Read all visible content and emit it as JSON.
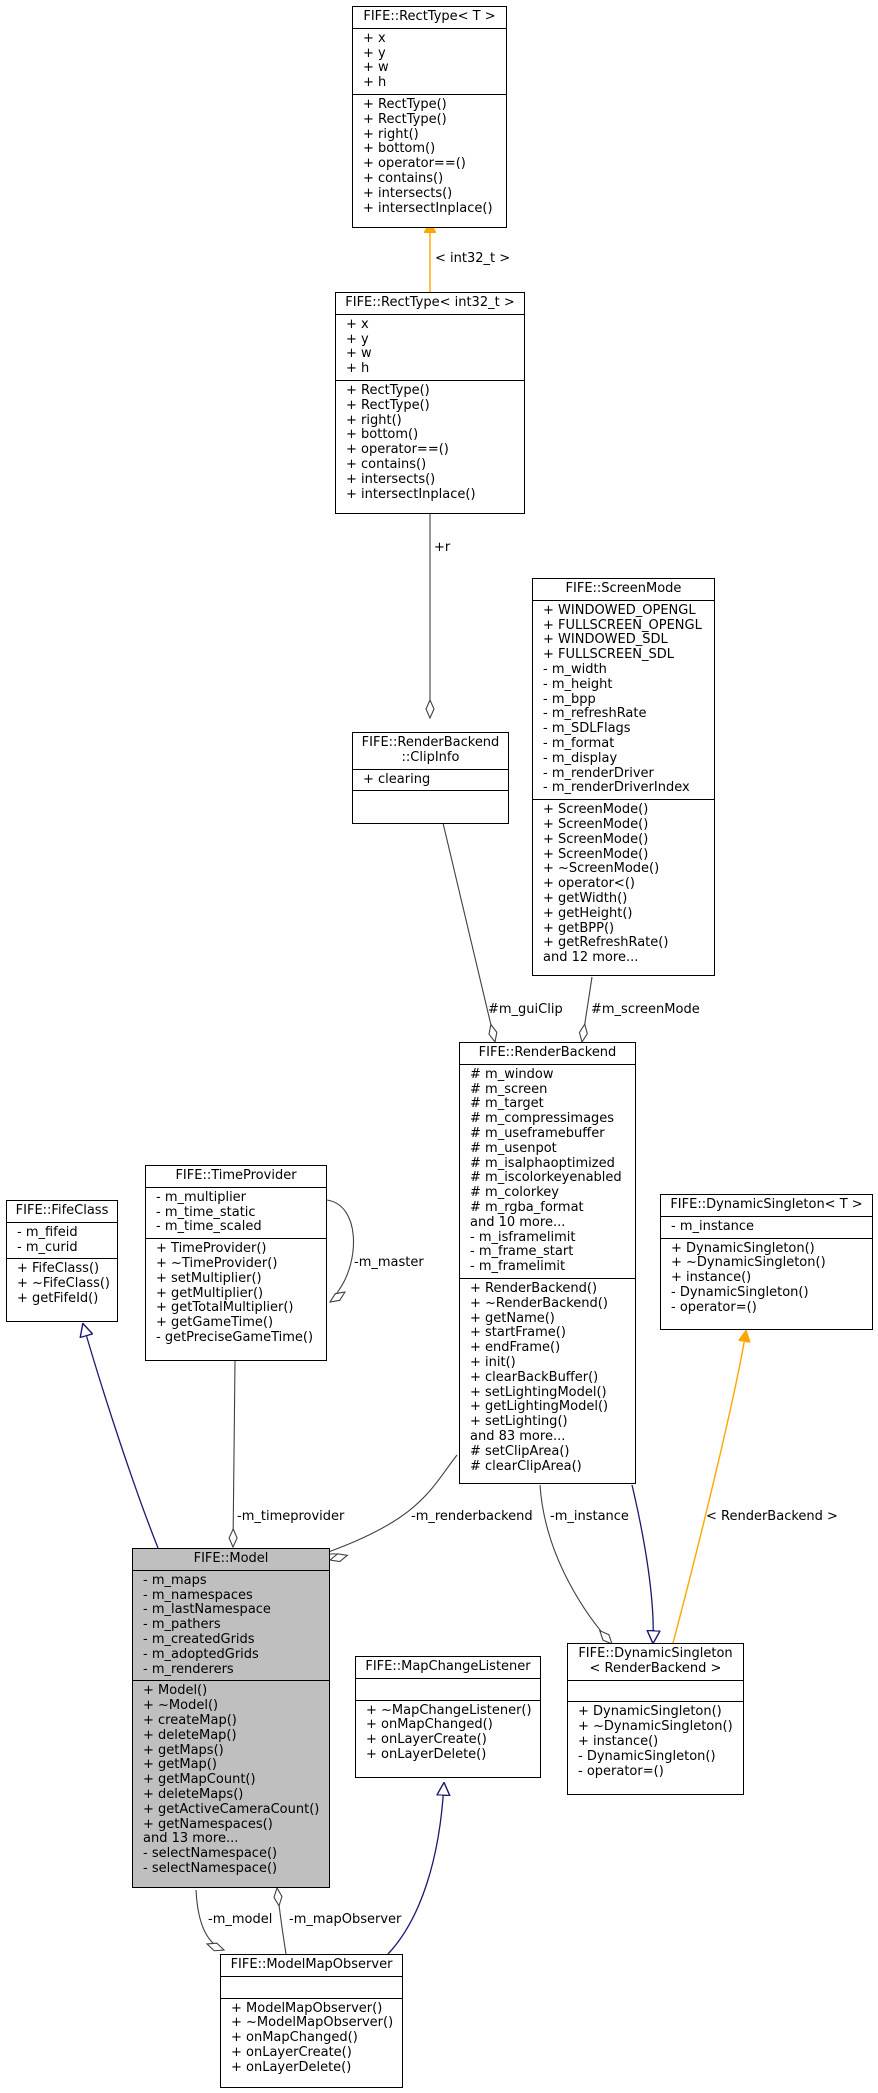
{
  "classes": {
    "recttype_t": {
      "title": [
        "FIFE::RectType< T >"
      ],
      "attributes": [
        "+ x",
        "+ y",
        "+ w",
        "+ h"
      ],
      "methods": [
        "+ RectType()",
        "+ RectType()",
        "+ right()",
        "+ bottom()",
        "+ operator==()",
        "+ contains()",
        "+ intersects()",
        "+ intersectInplace()"
      ]
    },
    "recttype_int32": {
      "title": [
        "FIFE::RectType< int32_t >"
      ],
      "attributes": [
        "+ x",
        "+ y",
        "+ w",
        "+ h"
      ],
      "methods": [
        "+ RectType()",
        "+ RectType()",
        "+ right()",
        "+ bottom()",
        "+ operator==()",
        "+ contains()",
        "+ intersects()",
        "+ intersectInplace()"
      ]
    },
    "screenmode": {
      "title": [
        "FIFE::ScreenMode"
      ],
      "attributes": [
        "+ WINDOWED_OPENGL",
        "+ FULLSCREEN_OPENGL",
        "+ WINDOWED_SDL",
        "+ FULLSCREEN_SDL",
        "- m_width",
        "- m_height",
        "- m_bpp",
        "- m_refreshRate",
        "- m_SDLFlags",
        "- m_format",
        "- m_display",
        "- m_renderDriver",
        "- m_renderDriverIndex"
      ],
      "methods": [
        "+ ScreenMode()",
        "+ ScreenMode()",
        "+ ScreenMode()",
        "+ ScreenMode()",
        "+ ~ScreenMode()",
        "+ operator<()",
        "+ getWidth()",
        "+ getHeight()",
        "+ getBPP()",
        "+ getRefreshRate()",
        "and 12 more..."
      ]
    },
    "clipinfo": {
      "title": [
        "FIFE::RenderBackend",
        "::ClipInfo"
      ],
      "attributes": [
        "+ clearing"
      ],
      "methods": []
    },
    "renderbackend": {
      "title": [
        "FIFE::RenderBackend"
      ],
      "attributes": [
        "# m_window",
        "# m_screen",
        "# m_target",
        "# m_compressimages",
        "# m_useframebuffer",
        "# m_usenpot",
        "# m_isalphaoptimized",
        "# m_iscolorkeyenabled",
        "# m_colorkey",
        "# m_rgba_format",
        "and 10 more...",
        "- m_isframelimit",
        "- m_frame_start",
        "- m_framelimit"
      ],
      "methods": [
        "+ RenderBackend()",
        "+ ~RenderBackend()",
        "+ getName()",
        "+ startFrame()",
        "+ endFrame()",
        "+ init()",
        "+ clearBackBuffer()",
        "+ setLightingModel()",
        "+ getLightingModel()",
        "+ setLighting()",
        "and 83 more...",
        "# setClipArea()",
        "# clearClipArea()"
      ]
    },
    "fifeclass": {
      "title": [
        "FIFE::FifeClass"
      ],
      "attributes": [
        "- m_fifeid",
        "- m_curid"
      ],
      "methods": [
        "+ FifeClass()",
        "+ ~FifeClass()",
        "+ getFifeId()"
      ]
    },
    "timeprovider": {
      "title": [
        "FIFE::TimeProvider"
      ],
      "attributes": [
        "- m_multiplier",
        "- m_time_static",
        "- m_time_scaled"
      ],
      "methods": [
        "+ TimeProvider()",
        "+ ~TimeProvider()",
        "+ setMultiplier()",
        "+ getMultiplier()",
        "+ getTotalMultiplier()",
        "+ getGameTime()",
        "- getPreciseGameTime()"
      ]
    },
    "dynsingleton_t": {
      "title": [
        "FIFE::DynamicSingleton< T >"
      ],
      "attributes": [
        "- m_instance"
      ],
      "methods": [
        "+ DynamicSingleton()",
        "+ ~DynamicSingleton()",
        "+ instance()",
        "- DynamicSingleton()",
        "- operator=()"
      ]
    },
    "model": {
      "title": [
        "FIFE::Model"
      ],
      "attributes": [
        "- m_maps",
        "- m_namespaces",
        "- m_lastNamespace",
        "- m_pathers",
        "- m_createdGrids",
        "- m_adoptedGrids",
        "- m_renderers"
      ],
      "methods": [
        "+ Model()",
        "+ ~Model()",
        "+ createMap()",
        "+ deleteMap()",
        "+ getMaps()",
        "+ getMap()",
        "+ getMapCount()",
        "+ deleteMaps()",
        "+ getActiveCameraCount()",
        "+ getNamespaces()",
        "and 13 more...",
        "- selectNamespace()",
        "- selectNamespace()"
      ]
    },
    "mapchangelistener": {
      "title": [
        "FIFE::MapChangeListener"
      ],
      "attributes": [],
      "methods": [
        "+ ~MapChangeListener()",
        "+ onMapChanged()",
        "+ onLayerCreate()",
        "+ onLayerDelete()"
      ]
    },
    "dynsingleton_rb": {
      "title": [
        "FIFE::DynamicSingleton",
        "< RenderBackend >"
      ],
      "attributes": [],
      "methods": [
        "+ DynamicSingleton()",
        "+ ~DynamicSingleton()",
        "+ instance()",
        "- DynamicSingleton()",
        "- operator=()"
      ]
    },
    "modelmapobserver": {
      "title": [
        "FIFE::ModelMapObserver"
      ],
      "attributes": [],
      "methods": [
        "+ ModelMapObserver()",
        "+ ~ModelMapObserver()",
        "+ onMapChanged()",
        "+ onLayerCreate()",
        "+ onLayerDelete()"
      ]
    }
  },
  "edge_labels": {
    "int32_binding": "< int32_t >",
    "r": "+r",
    "gui_clip": "#m_guiClip",
    "screen_mode": "#m_screenMode",
    "master": "-m_master",
    "timeprovider": "-m_timeprovider",
    "renderbackend": "-m_renderbackend",
    "instance": "-m_instance",
    "rb_binding": "< RenderBackend >",
    "model": "-m_model",
    "map_observer": "-m_mapObserver"
  },
  "colors": {
    "inheritance": "#191970",
    "template": "#ffa500",
    "association": "#404040",
    "highlight": "#bfbfbf"
  }
}
